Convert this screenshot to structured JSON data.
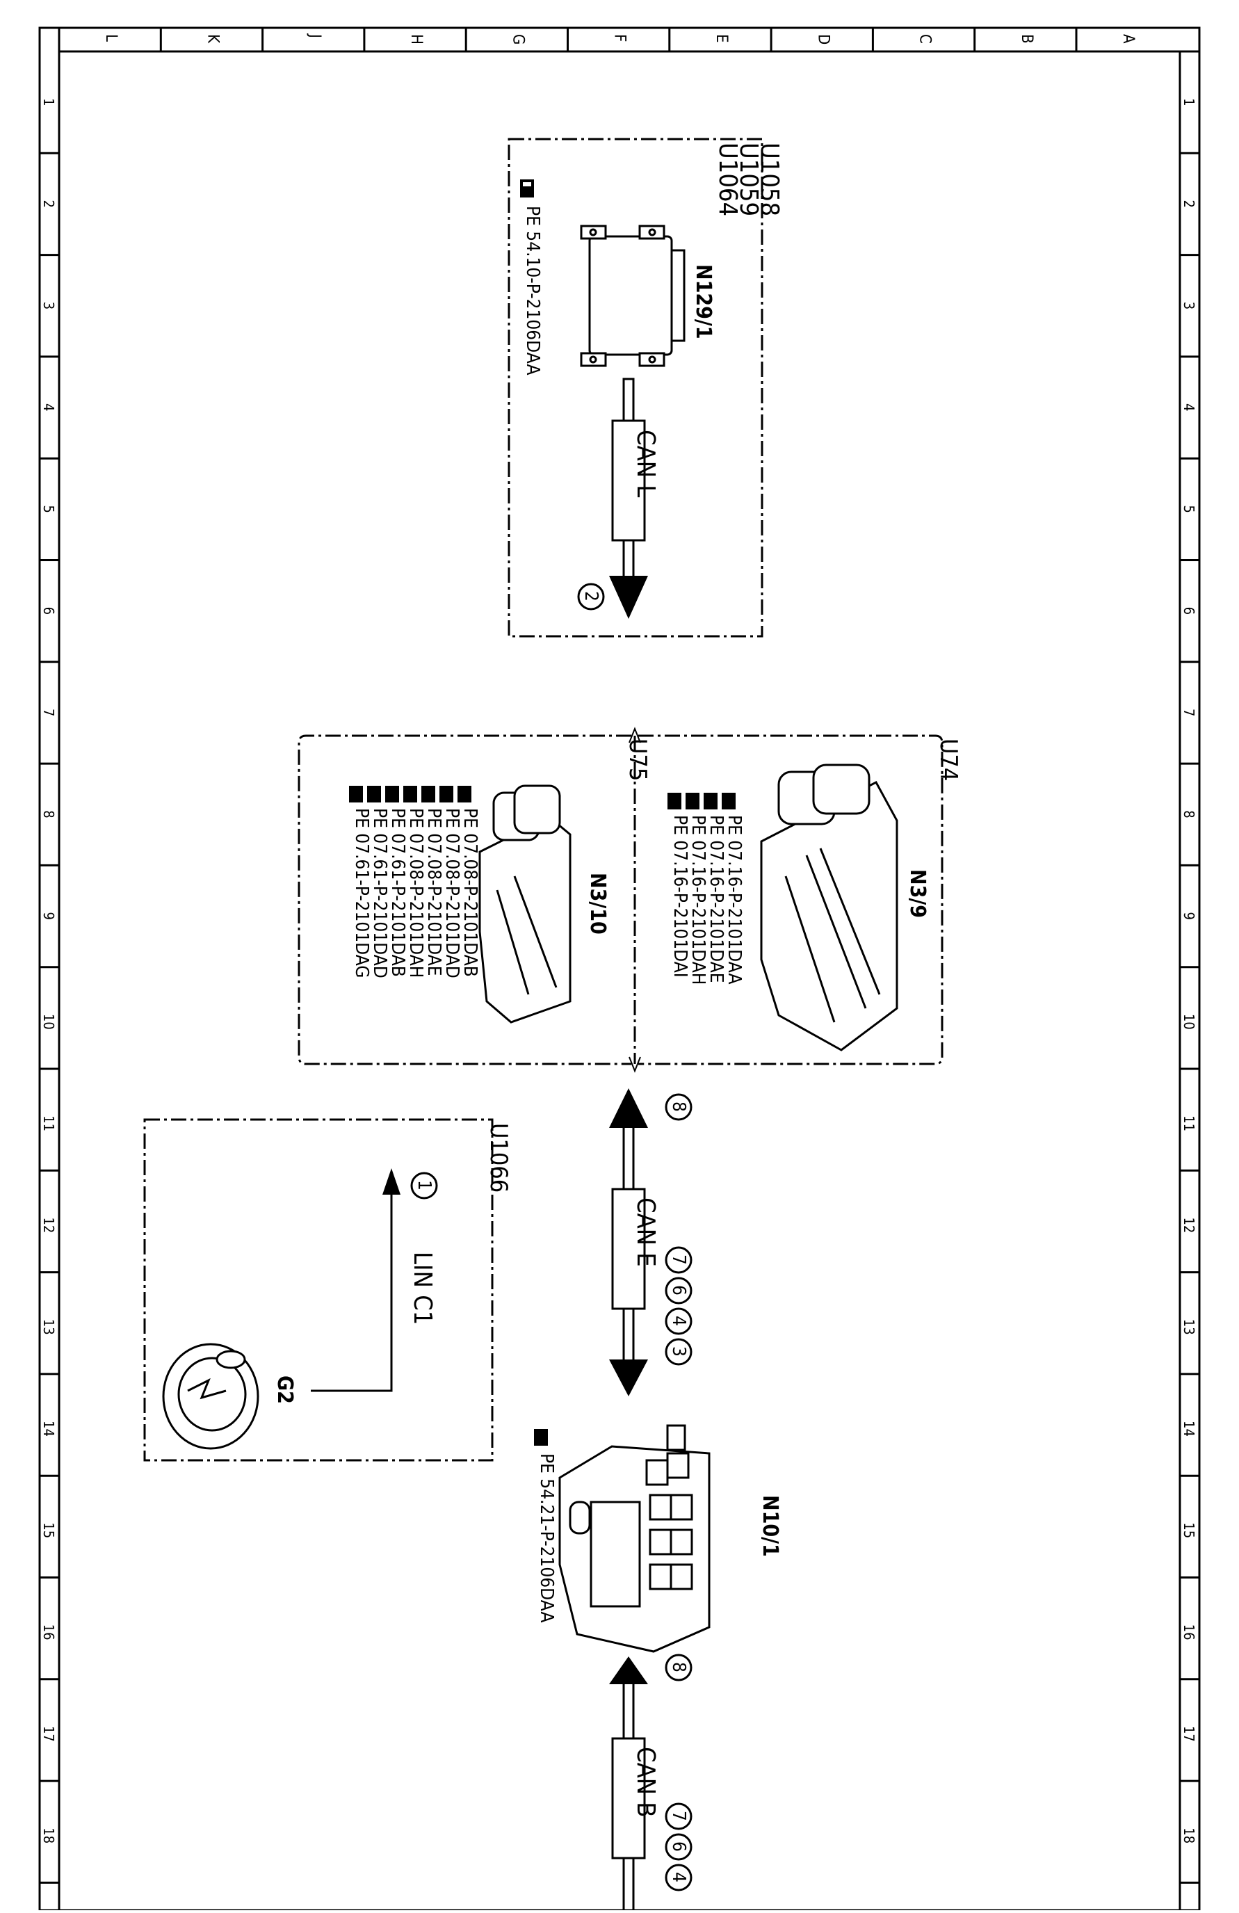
{
  "frame": {
    "top_columns": [
      "L",
      "K",
      "J",
      "H",
      "G",
      "F",
      "E",
      "D",
      "C",
      "B",
      "A"
    ],
    "side_rows": [
      "1",
      "2",
      "3",
      "4",
      "5",
      "6",
      "7",
      "8",
      "9",
      "10",
      "11",
      "12",
      "13",
      "14",
      "15",
      "16",
      "17",
      "18"
    ]
  },
  "modules": {
    "instrument_cluster": {
      "codes": [
        "U1058",
        "U1059",
        "U1064"
      ],
      "component": "N129/1",
      "doc_refs": [
        "PE 54.10-P-2106DAA"
      ],
      "bus_label": "CAN L",
      "marker": "2"
    },
    "ecu_u74": {
      "code": "U74",
      "component": "N3/9",
      "doc_refs": [
        "PE 07.16-P-2101DAA",
        "PE 07.16-P-2101DAE",
        "PE 07.16-P-2101DAH",
        "PE 07.16-P-2101DAI"
      ]
    },
    "ecu_u75": {
      "code": "U75",
      "component": "N3/10",
      "doc_refs": [
        "PE 07.08-P-2101DAB",
        "PE 07.08-P-2101DAD",
        "PE 07.08-P-2101DAE",
        "PE 07.08-P-2101DAH",
        "PE 07.61-P-2101DAB",
        "PE 07.61-P-2101DAD",
        "PE 07.61-P-2101DAG"
      ]
    },
    "alternator": {
      "code": "U1066",
      "component": "G2",
      "bus_label": "LIN C1",
      "marker": "1"
    },
    "can_e": {
      "bus_label": "CAN E",
      "markers_top": [
        "8"
      ],
      "markers_bottom": [
        "7",
        "6",
        "4",
        "3"
      ]
    },
    "sam": {
      "component": "N10/1",
      "doc_refs": [
        "PE 54.21-P-2106DAA"
      ]
    },
    "can_b": {
      "bus_label": "CAN B",
      "markers_top": [
        "8"
      ],
      "markers_bottom": [
        "7",
        "6",
        "4"
      ]
    }
  }
}
